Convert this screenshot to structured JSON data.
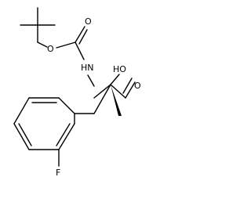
{
  "atoms": {
    "oxygen_carbonyl_boc": "O",
    "oxygen_ester_boc": "O",
    "nitrogen": "HN",
    "hydroxyl": "HO",
    "oxygen_carbonyl_acid": "O",
    "fluorine": "F"
  }
}
